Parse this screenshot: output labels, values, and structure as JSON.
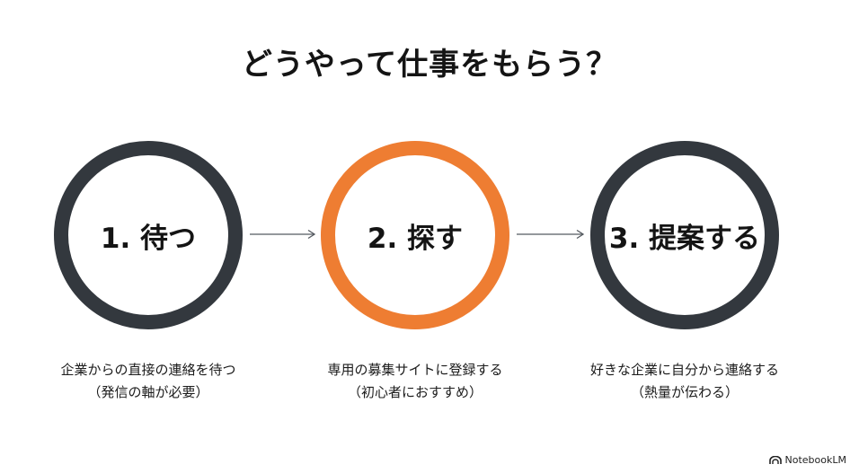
{
  "title": "どうやって仕事をもらう？",
  "steps": [
    {
      "label": "1. 待つ",
      "desc_line1": "企業からの直接の連絡を待つ",
      "desc_line2": "（発信の軸が必要）"
    },
    {
      "label": "2. 探す",
      "desc_line1": "専用の募集サイトに登録する",
      "desc_line2": "（初心者におすすめ）"
    },
    {
      "label": "3. 提案する",
      "desc_line1": "好きな企業に自分から連絡する",
      "desc_line2": "（熱量が伝わる）"
    }
  ],
  "colors": {
    "ring_default": "#33383e",
    "ring_highlight": "#ee7d32",
    "arrow": "#555a60"
  },
  "brand": {
    "text": "NotebookLM",
    "icon": "notebooklm-logo-icon"
  }
}
